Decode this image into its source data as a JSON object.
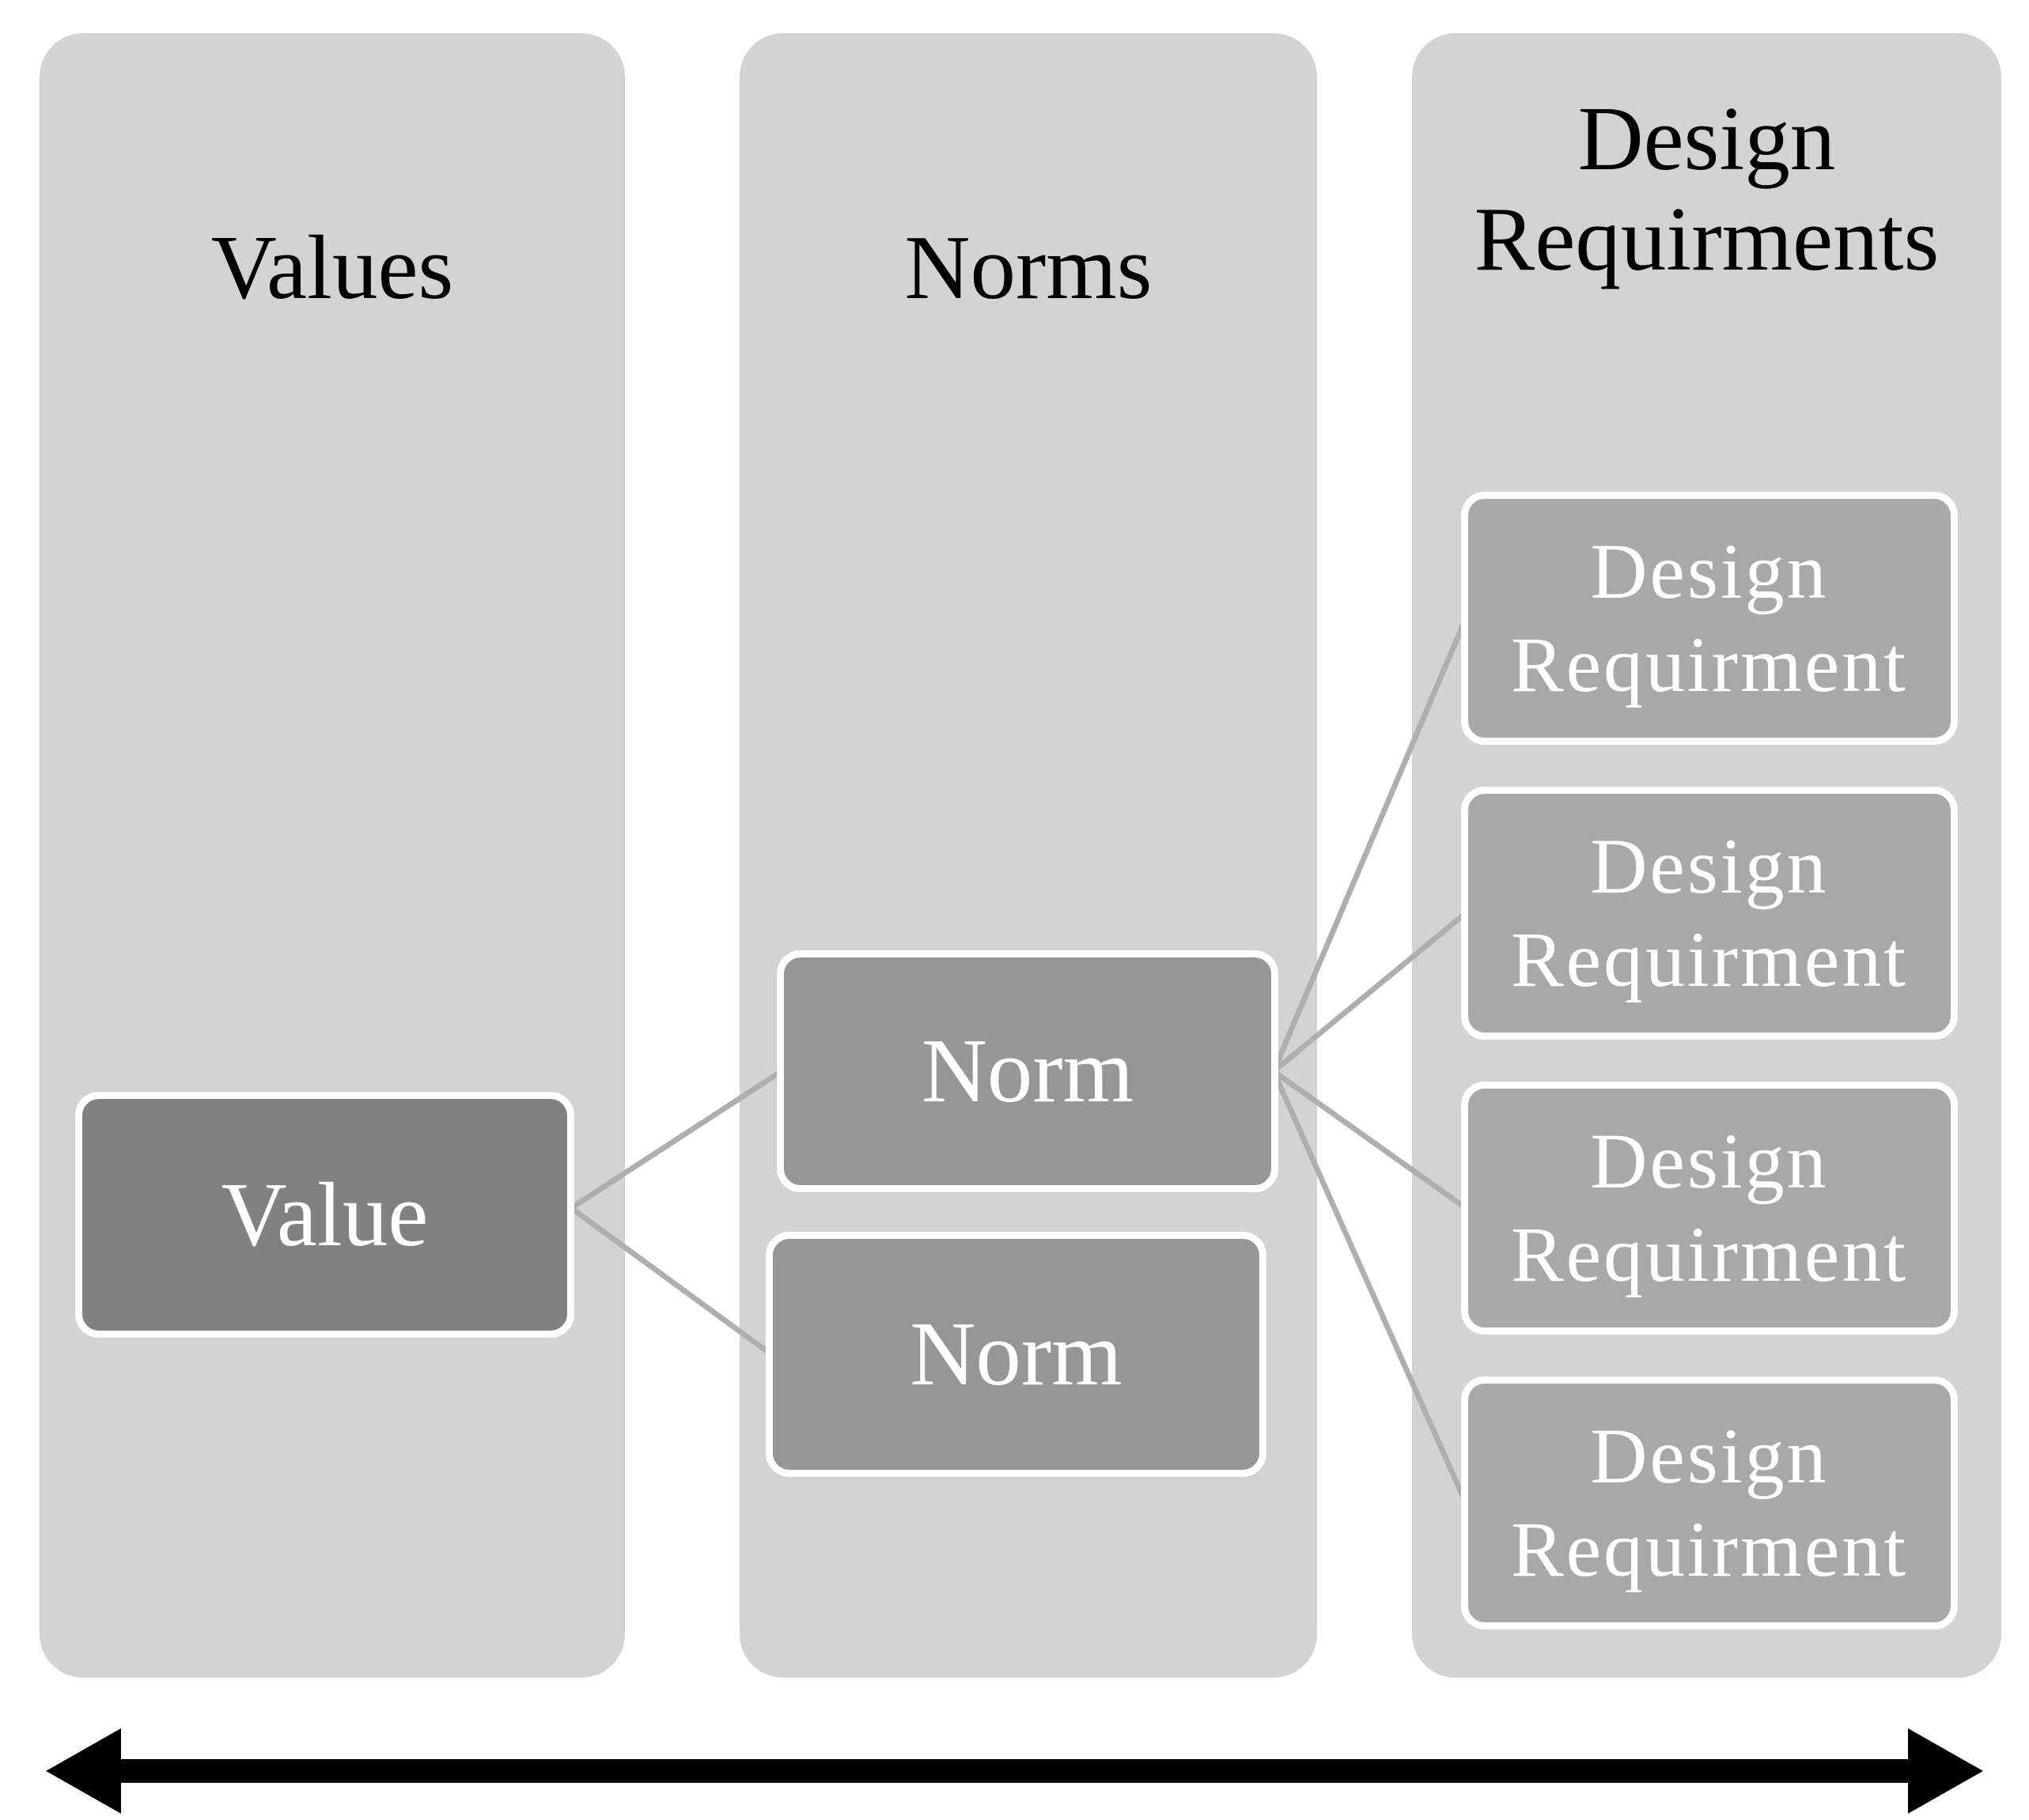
{
  "diagram": {
    "description": "Hierarchy diagram mapping a Value to Norms and Norms to Design Requirments, over a horizontal double-headed axis arrow",
    "columns": [
      {
        "title": "Values",
        "boxes": [
          {
            "label": "Value"
          }
        ]
      },
      {
        "title": "Norms",
        "boxes": [
          {
            "label": "Norm"
          },
          {
            "label": "Norm"
          }
        ]
      },
      {
        "title": "Design Requirments",
        "boxes": [
          {
            "label": "Design Requirment"
          },
          {
            "label": "Design Requirment"
          },
          {
            "label": "Design Requirment"
          },
          {
            "label": "Design Requirment"
          }
        ]
      }
    ],
    "connections": [
      {
        "from": "value-box",
        "to": "norm-box-1"
      },
      {
        "from": "value-box",
        "to": "norm-box-2"
      },
      {
        "from": "norm-box-1",
        "to": "design-requirment-box-1"
      },
      {
        "from": "norm-box-1",
        "to": "design-requirment-box-2"
      },
      {
        "from": "norm-box-1",
        "to": "design-requirment-box-3"
      },
      {
        "from": "norm-box-1",
        "to": "design-requirment-box-4"
      }
    ],
    "axis_arrow": {
      "style": "double-headed-horizontal"
    },
    "colors": {
      "page_background": "#ffffff",
      "column_background": "#d3d3d3",
      "value_box_fill": "#818181",
      "norm_box_fill": "#969696",
      "design_requirment_box_fill": "#a8a8a8",
      "box_border": "#ffffff",
      "box_text": "#ffffff",
      "title_text": "#000000",
      "connector_line": "#aeaeae",
      "axis_arrow": "#000000"
    }
  }
}
